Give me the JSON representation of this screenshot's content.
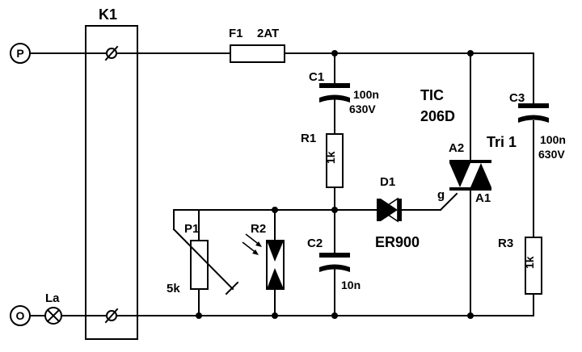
{
  "terminals": {
    "p": "P",
    "o": "O",
    "lamp": "La"
  },
  "relay": {
    "label": "K1"
  },
  "fuse": {
    "ref": "F1",
    "value": "2AT"
  },
  "c1": {
    "ref": "C1",
    "value1": "100n",
    "value2": "630V"
  },
  "r1": {
    "ref": "R1",
    "value": "1k"
  },
  "c2": {
    "ref": "C2",
    "value": "10n"
  },
  "d1": {
    "ref": "D1",
    "part": "ER900"
  },
  "triac": {
    "ref": "Tri 1",
    "type1": "TIC",
    "type2": "206D",
    "pin_a2": "A2",
    "pin_a1": "A1",
    "pin_g": "g"
  },
  "c3": {
    "ref": "C3",
    "value1": "100n",
    "value2": "630V"
  },
  "r3": {
    "ref": "R3",
    "value": "1k"
  },
  "p1": {
    "ref": "P1",
    "value": "5k"
  },
  "r2": {
    "ref": "R2"
  }
}
